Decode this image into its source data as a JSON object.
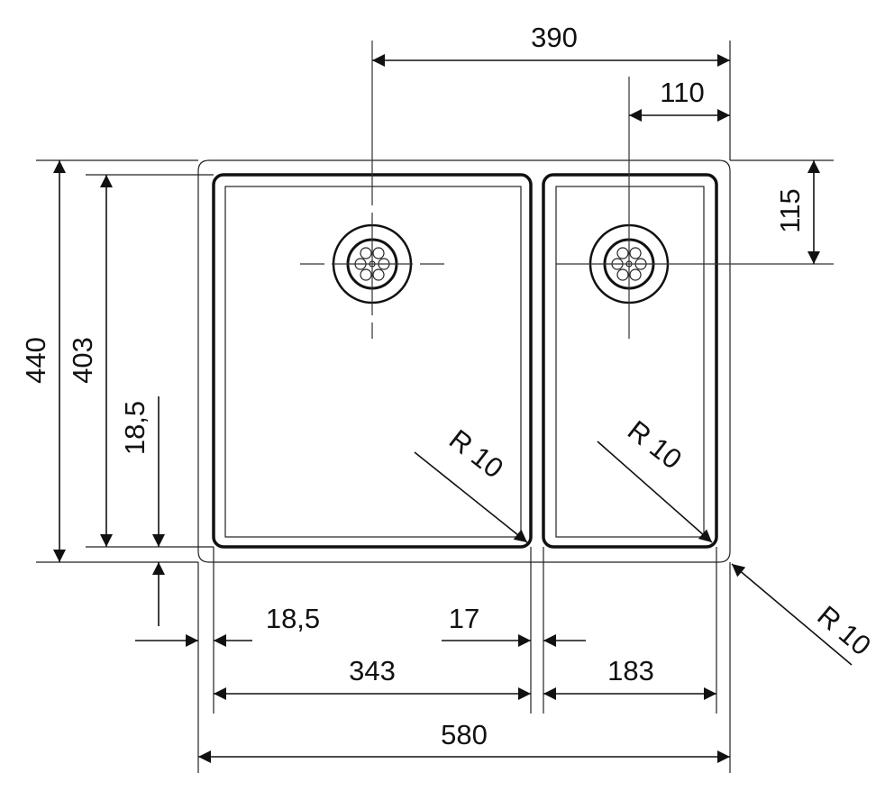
{
  "drawing": {
    "title": "Double undermount sink dimension drawing",
    "dimensions": {
      "drain_offset_left": "390",
      "drain_offset_right": "110",
      "drain_offset_top": "115",
      "overall_depth": "440",
      "bowl_depth": "403",
      "bottom_rim": "18,5",
      "left_rim": "18,5",
      "divider": "17",
      "left_bowl_width": "343",
      "right_bowl_width": "183",
      "overall_width": "580",
      "radius_left_bowl": "R  10",
      "radius_right_bowl": "R  10",
      "radius_outer": "R  10"
    },
    "colors": {
      "line": "#111111",
      "background": "#ffffff"
    }
  }
}
